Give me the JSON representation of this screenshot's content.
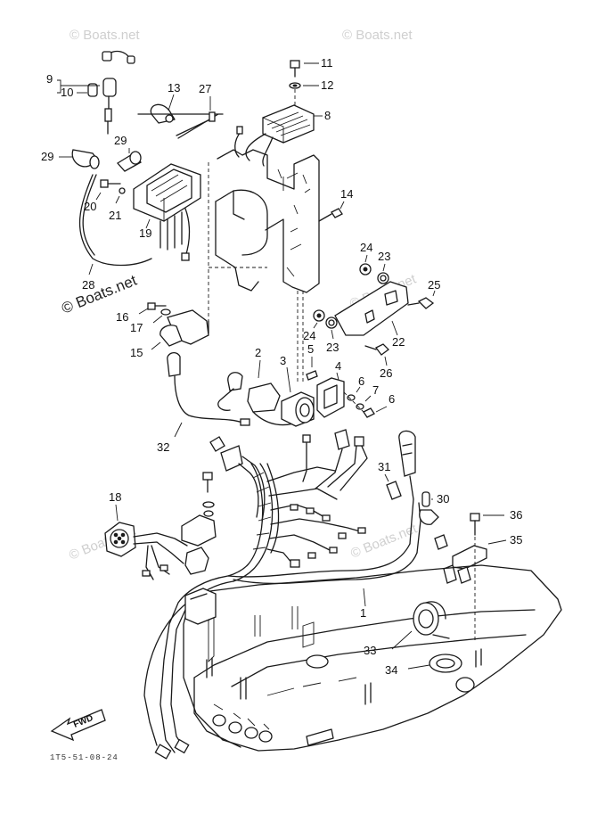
{
  "watermarks": [
    {
      "id": "wm-top-left",
      "text": "© Boats.net"
    },
    {
      "id": "wm-top-right",
      "text": "© Boats.net"
    },
    {
      "id": "wm-mid-left",
      "text": "© Boats.net"
    },
    {
      "id": "wm-mid-right",
      "text": "© Boats.net"
    },
    {
      "id": "wm-lower-left",
      "text": "© Boats.net"
    },
    {
      "id": "wm-lower-right",
      "text": "© Boats.net"
    }
  ],
  "callouts": {
    "n1": "1",
    "n2": "2",
    "n3": "3",
    "n4": "4",
    "n5": "5",
    "n6a": "6",
    "n6b": "6",
    "n7": "7",
    "n8": "8",
    "n9": "9",
    "n10": "10",
    "n11": "11",
    "n12": "12",
    "n13": "13",
    "n14": "14",
    "n15": "15",
    "n16": "16",
    "n17": "17",
    "n18": "18",
    "n19": "19",
    "n20": "20",
    "n21": "21",
    "n22": "22",
    "n23a": "23",
    "n23b": "23",
    "n24a": "24",
    "n24b": "24",
    "n25": "25",
    "n26": "26",
    "n27": "27",
    "n28": "28",
    "n29a": "29",
    "n29b": "29",
    "n30": "30",
    "n31": "31",
    "n32": "32",
    "n33": "33",
    "n34": "34",
    "n35": "35",
    "n36": "36"
  },
  "fwd_arrow": "FWD",
  "diagram_code": "1T5-51-08-24"
}
